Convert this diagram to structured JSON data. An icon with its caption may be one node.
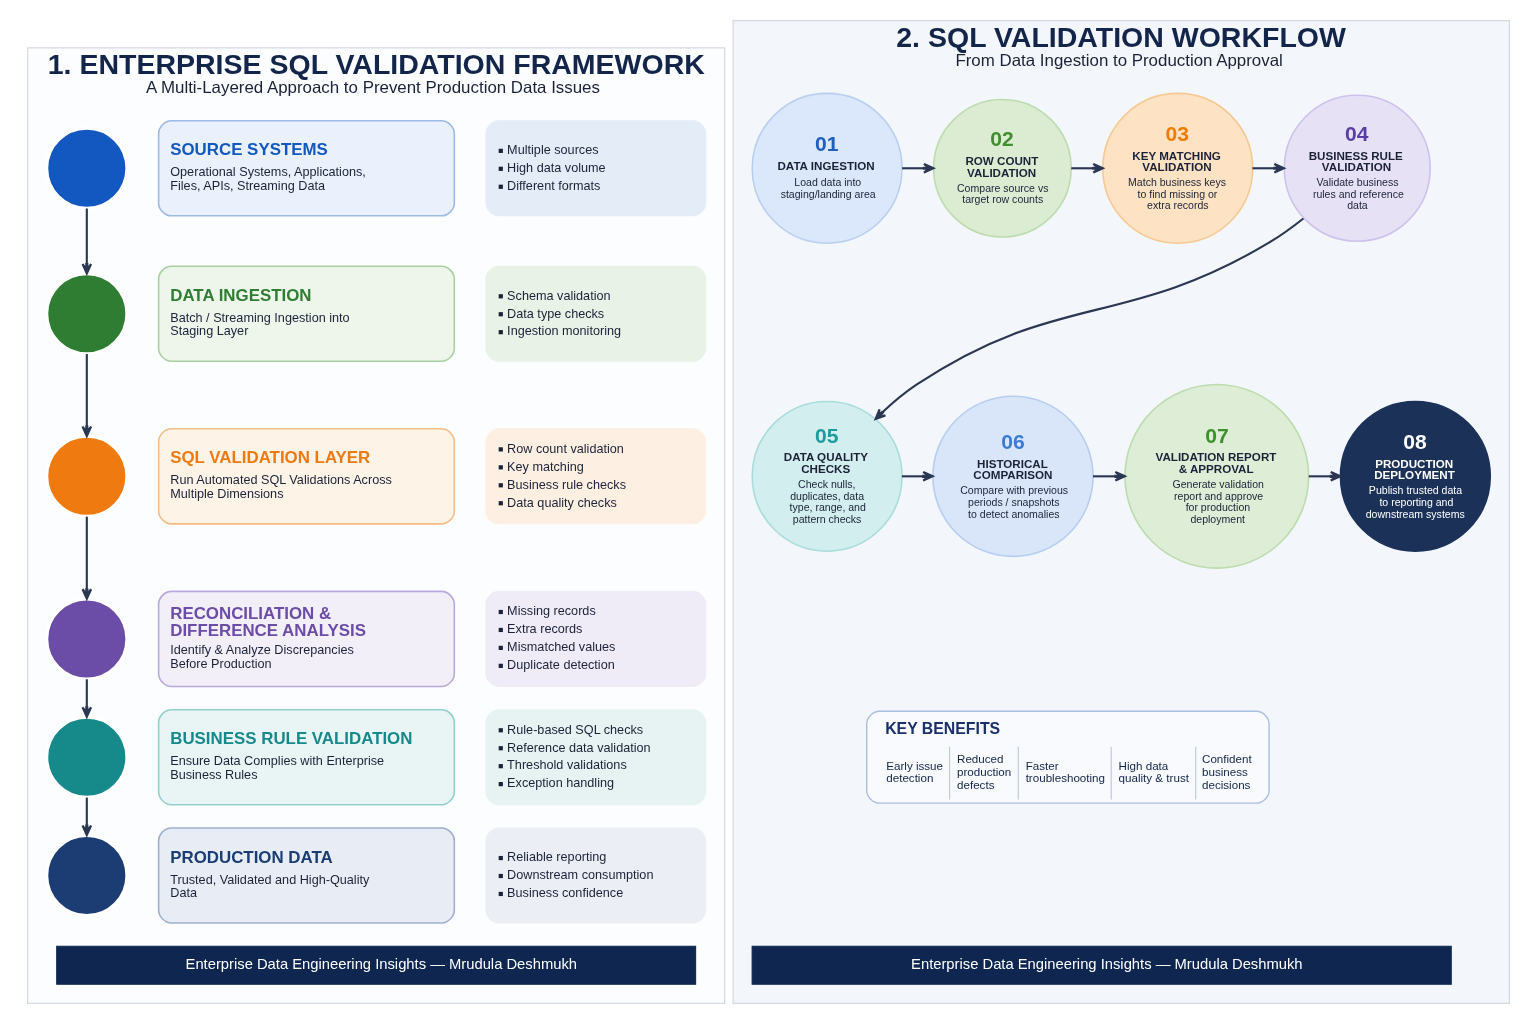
{
  "diagram": {
    "nodes": [
      {
        "text": [
          "1. ENTERPRISE SQL VALIDATION FRAMEWORK",
          "A Multi-Layered Approach to Prevent Production Data Issues"
        ]
      },
      {
        "text": [],
        "shape": "circle",
        "in": 0
      },
      {
        "text": [
          "SOURCE SYSTEMS",
          "Operational Systems, Applications, Files, APIs, Streaming Data"
        ],
        "in": 0
      },
      {
        "text": [
          "Multiple sources",
          "High data volume",
          "Different formats"
        ],
        "in": 0
      },
      {
        "text": [],
        "shape": "circle",
        "in": 0
      },
      {
        "text": [
          "DATA INGESTION",
          "Batch / Streaming Ingestion into Staging Layer"
        ],
        "in": 0
      },
      {
        "text": [
          "Schema validation",
          "Data type checks",
          "Ingestion monitoring"
        ],
        "in": 0
      },
      {
        "text": [],
        "shape": "circle",
        "in": 0
      },
      {
        "text": [
          "SQL VALIDATION LAYER",
          "Run Automated SQL Validations Across Multiple Dimensions"
        ],
        "in": 0
      },
      {
        "text": [
          "Row count validation",
          "Key matching",
          "Business rule checks",
          "Data quality checks"
        ],
        "in": 0
      },
      {
        "text": [],
        "shape": "circle",
        "in": 0
      },
      {
        "text": [
          "RECONCILIATION & DIFFERENCE ANALYSIS",
          "Identify & Analyze Discrepancies Before Production"
        ],
        "in": 0
      },
      {
        "text": [
          "Missing records",
          "Extra records",
          "Mismatched values",
          "Duplicate detection"
        ],
        "in": 0
      },
      {
        "text": [],
        "shape": "circle",
        "in": 0
      },
      {
        "text": [
          "BUSINESS RULE VALIDATION",
          "Ensure Data Complies with Enterprise Business Rules"
        ],
        "in": 0
      },
      {
        "text": [
          "Rule-based SQL checks",
          "Reference data validation",
          "Threshold validations",
          "Exception handling"
        ],
        "in": 0
      },
      {
        "text": [],
        "shape": "circle",
        "in": 0
      },
      {
        "text": [
          "PRODUCTION DATA",
          "Trusted, Validated and High-Quality Data"
        ],
        "in": 0
      },
      {
        "text": [
          "Reliable reporting",
          "Downstream consumption",
          "Business confidence"
        ],
        "in": 0
      },
      {
        "text": [
          "Enterprise Data Engineering Insights — Mrudula Deshmukh"
        ],
        "in": 0
      },
      {
        "text": [
          "2. SQL VALIDATION WORKFLOW",
          "From Data Ingestion to Production Approval"
        ]
      },
      {
        "text": [
          "01",
          "DATA INGESTION",
          "Load data into staging/landing area"
        ],
        "in": 20
      },
      {
        "text": [
          "02",
          "ROW COUNT VALIDATION",
          "Compare source vs target row counts"
        ],
        "in": 20
      },
      {
        "text": [
          "03",
          "KEY MATCHING VALIDATION",
          "Match business keys to find missing or extra records"
        ],
        "in": 20
      },
      {
        "text": [
          "04",
          "BUSINESS RULE VALIDATION",
          "Validate business rules and reference data"
        ],
        "in": 20
      },
      {
        "text": [
          "05",
          "DATA QUALITY CHECKS",
          "Check nulls, duplicates, data type, range, and pattern checks"
        ],
        "in": 20
      },
      {
        "text": [
          "06",
          "HISTORICAL COMPARISON",
          "Compare with previous periods / snapshots to detect anomalies"
        ],
        "in": 20
      },
      {
        "text": [
          "07",
          "VALIDATION REPORT & APPROVAL",
          "Generate validation report and approve for production deployment"
        ],
        "in": 20
      },
      {
        "text": [
          "08",
          "PRODUCTION DEPLOYMENT",
          "Publish trusted data to reporting and downstream systems"
        ],
        "in": 20
      },
      {
        "text": [
          "KEY BENEFITS",
          "Early issue detection",
          "Reduced production defects",
          "Faster troubleshooting",
          "High data quality & trust",
          "Confident business decisions"
        ],
        "in": 20
      },
      {
        "text": [
          "Enterprise Data Engineering Insights — Mrudula Deshmukh"
        ],
        "in": 20
      }
    ],
    "edges": [
      {
        "from": 1,
        "to": 4,
        "arrow": "to"
      },
      {
        "from": 4,
        "to": 7,
        "arrow": "to"
      },
      {
        "from": 7,
        "to": 10,
        "arrow": "to"
      },
      {
        "from": 10,
        "to": 13,
        "arrow": "to"
      },
      {
        "from": 13,
        "to": 16,
        "arrow": "to"
      },
      {
        "from": 21,
        "to": 22,
        "arrow": "to"
      },
      {
        "from": 22,
        "to": 23,
        "arrow": "to"
      },
      {
        "from": 23,
        "to": 24,
        "arrow": "to"
      },
      {
        "from": 24,
        "to": 25,
        "arrow": "to"
      },
      {
        "from": 25,
        "to": 26,
        "arrow": "to"
      },
      {
        "from": 26,
        "to": 27,
        "arrow": "to"
      },
      {
        "from": 27,
        "to": 28,
        "arrow": "to"
      }
    ]
  }
}
